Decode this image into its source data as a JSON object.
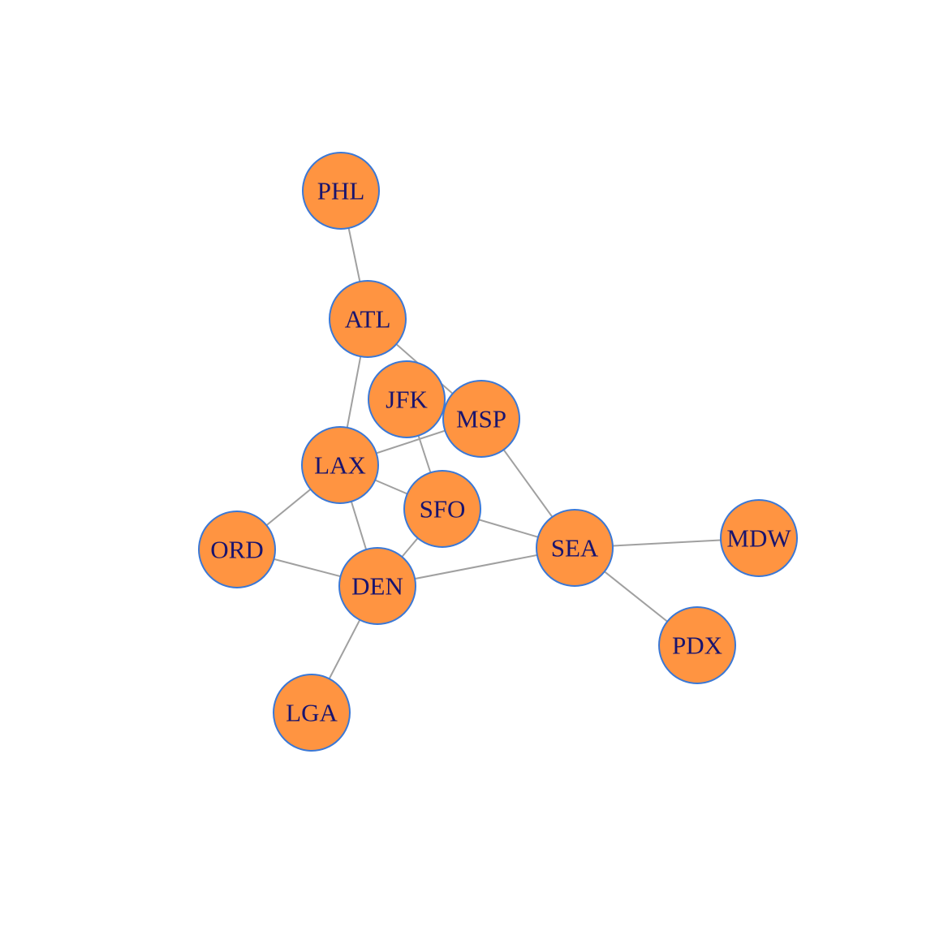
{
  "graph": {
    "nodes": [
      {
        "id": "PHL",
        "label": "PHL"
      },
      {
        "id": "ATL",
        "label": "ATL"
      },
      {
        "id": "JFK",
        "label": "JFK"
      },
      {
        "id": "MSP",
        "label": "MSP"
      },
      {
        "id": "LAX",
        "label": "LAX"
      },
      {
        "id": "SFO",
        "label": "SFO"
      },
      {
        "id": "ORD",
        "label": "ORD"
      },
      {
        "id": "DEN",
        "label": "DEN"
      },
      {
        "id": "SEA",
        "label": "SEA"
      },
      {
        "id": "MDW",
        "label": "MDW"
      },
      {
        "id": "PDX",
        "label": "PDX"
      },
      {
        "id": "LGA",
        "label": "LGA"
      }
    ],
    "edges": [
      [
        "PHL",
        "ATL"
      ],
      [
        "ATL",
        "LAX"
      ],
      [
        "ATL",
        "MSP"
      ],
      [
        "JFK",
        "SFO"
      ],
      [
        "MSP",
        "LAX"
      ],
      [
        "MSP",
        "SEA"
      ],
      [
        "LAX",
        "SFO"
      ],
      [
        "LAX",
        "DEN"
      ],
      [
        "LAX",
        "ORD"
      ],
      [
        "SFO",
        "SEA"
      ],
      [
        "SFO",
        "DEN"
      ],
      [
        "ORD",
        "DEN"
      ],
      [
        "DEN",
        "SEA"
      ],
      [
        "DEN",
        "LGA"
      ],
      [
        "SEA",
        "MDW"
      ],
      [
        "SEA",
        "PDX"
      ]
    ],
    "colors": {
      "node_fill": "#ff9441",
      "node_border": "#3a78d6",
      "edge": "#a0a0a0",
      "label": "#19146e",
      "background": "#ffffff"
    }
  }
}
